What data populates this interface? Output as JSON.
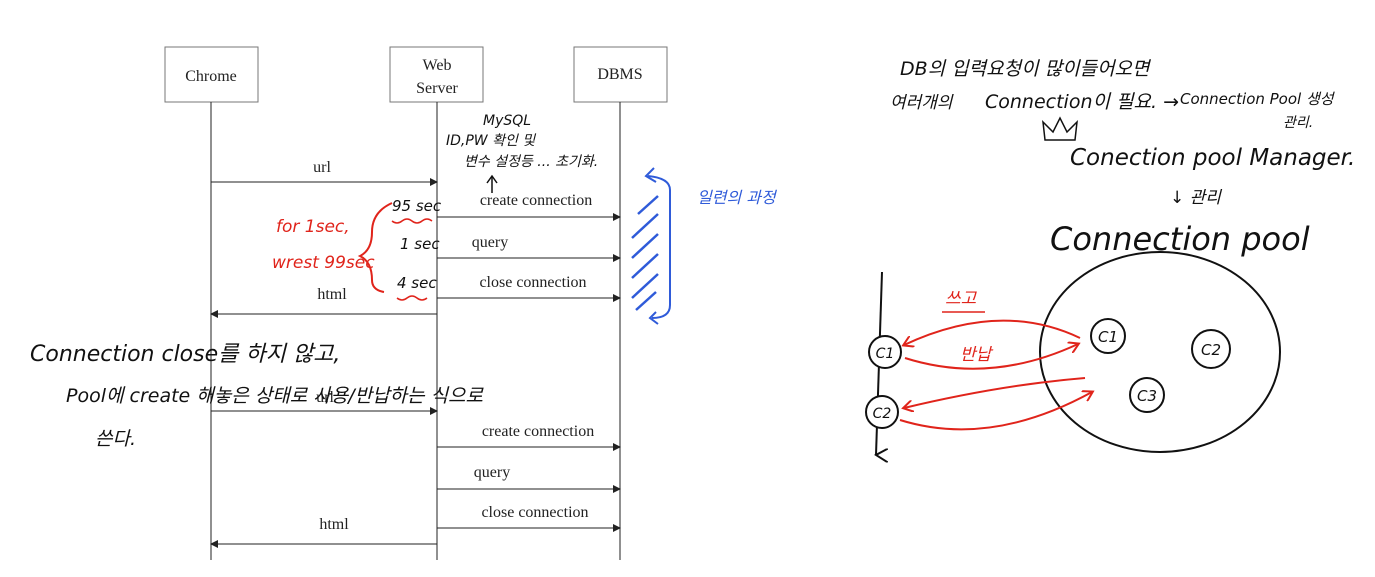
{
  "sequence": {
    "participants": [
      "Chrome",
      "Web",
      "Server",
      "DBMS"
    ],
    "first_request": {
      "url": "url",
      "create": "create connection",
      "query": "query",
      "close": "close connection",
      "html": "html"
    },
    "second_request": {
      "url": "url",
      "create": "create connection",
      "query": "query",
      "close": "close connection",
      "html": "html"
    },
    "timings": {
      "create": "95 sec",
      "query": "1 sec",
      "close": "4 sec"
    }
  },
  "annotations": {
    "mysql_note": [
      "MySQL",
      "ID,PW 확인 및",
      "변수 설정등 ... 초기화."
    ],
    "red_note": [
      "for 1sec,",
      "wrest 99sec"
    ],
    "blue_note": "일련의 과정",
    "bottom_note": [
      "Connection close를 하지 않고,",
      "Pool에 create 해놓은 상태로 사용/반납하는 식으로",
      "쓴다."
    ]
  },
  "pool": {
    "line1": "DB의 입력요청이 많이들어오면",
    "line2_a": "여러개의",
    "line2_b": "Connection이 필요. →",
    "line2_c": "Connection Pool 생성",
    "line3": "관리.",
    "manager": "Conection pool Manager.",
    "manage_arrow_label": "↓ 관리",
    "pool_title": "Connection pool",
    "use_label": "쓰고",
    "return_label": "반납",
    "clients": [
      "C1",
      "C2"
    ],
    "pooled": [
      "C1",
      "C2",
      "C3"
    ]
  },
  "colors": {
    "ink": "#111111",
    "red": "#e0241b",
    "blue": "#2f5bd9",
    "box_border": "#777777"
  }
}
